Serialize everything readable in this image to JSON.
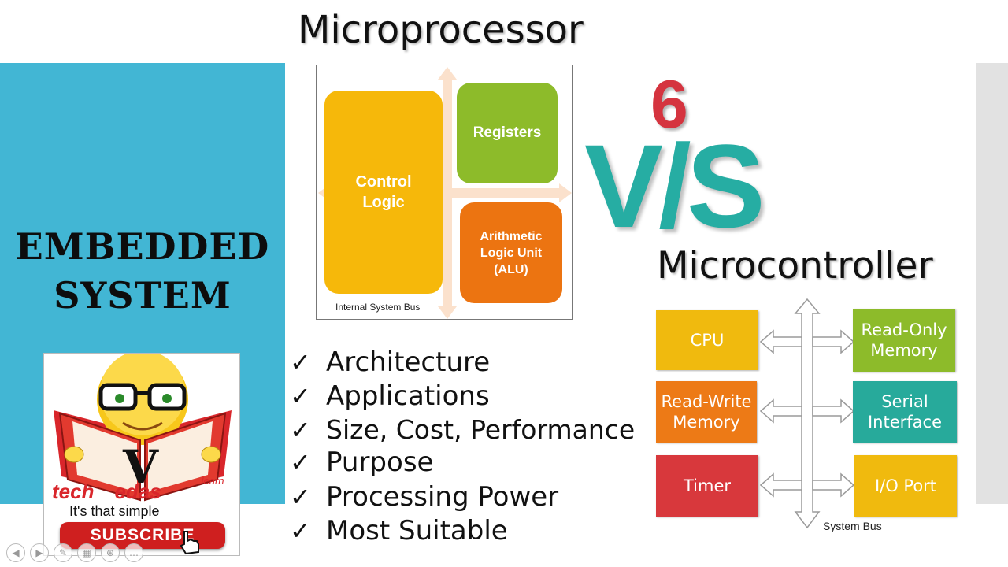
{
  "left_panel": {
    "title_line1": "EMBEDDED",
    "title_line2": "SYSTEM"
  },
  "microprocessor": {
    "title": "Microprocessor",
    "blocks": {
      "control_logic": "Control\nLogic",
      "registers": "Registers",
      "alu": "Arithmetic\nLogic Unit\n(ALU)"
    },
    "bus_label": "Internal System Bus"
  },
  "versus": {
    "number": "6",
    "vs": "V/S"
  },
  "microcontroller": {
    "title": "Microcontroller",
    "blocks": {
      "cpu": "CPU",
      "read_write_memory": "Read-Write\nMemory",
      "timer": "Timer",
      "read_only_memory": "Read-Only\nMemory",
      "serial_interface": "Serial\nInterface",
      "io_port": "I/O Port"
    },
    "bus_label": "System Bus"
  },
  "checklist": {
    "mark": "✓",
    "items": [
      "Architecture",
      "Applications",
      "Size, Cost, Performance",
      "Purpose",
      "Processing Power",
      "Most Suitable"
    ]
  },
  "logo": {
    "learn": ".learn",
    "brand_tech": "tech",
    "brand_v": "V",
    "brand_edas": "edas",
    "tagline": "It's that simple",
    "subscribe": "SUBSCRIBE"
  },
  "nav_icons": [
    "back-icon",
    "forward-icon",
    "pen-icon",
    "slides-icon",
    "zoom-icon",
    "more-icon"
  ],
  "colors": {
    "cyan_band": "#42b6d4",
    "control_logic": "#f6b80a",
    "registers": "#8dbb2a",
    "alu": "#ec7411",
    "vs_teal": "#26ada3",
    "six_red": "#d5343f",
    "mc_orange": "#f0ba0e",
    "mc_orange2": "#ed7a16",
    "mc_red": "#d8383c",
    "mc_green": "#8dbb2a",
    "mc_teal": "#27aa9b"
  }
}
